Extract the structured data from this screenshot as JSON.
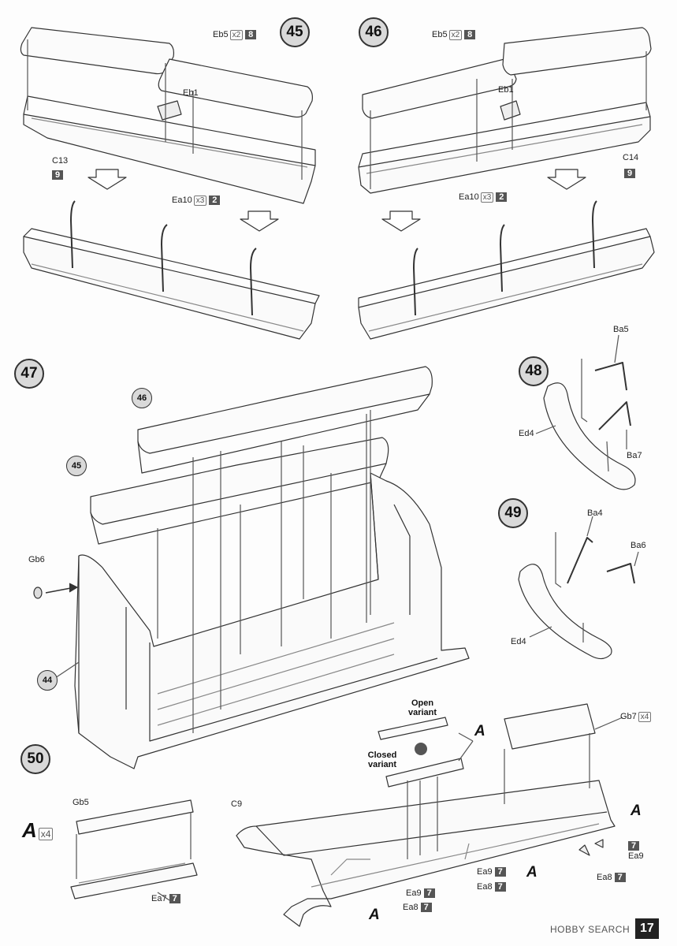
{
  "steps": {
    "s45": {
      "number": "45",
      "labels": {
        "eb5": "Eb5",
        "eb5_qty": "x2",
        "eb5_sprue": "8",
        "eb1": "Eb1",
        "c13": "C13",
        "c13_sprue": "9",
        "ea10": "Ea10",
        "ea10_qty": "x3",
        "ea10_sprue": "2"
      }
    },
    "s46": {
      "number": "46",
      "labels": {
        "eb5": "Eb5",
        "eb5_qty": "x2",
        "eb5_sprue": "8",
        "eb1": "Eb1",
        "c14": "C14",
        "c14_sprue": "9",
        "ea10": "Ea10",
        "ea10_qty": "x3",
        "ea10_sprue": "2"
      }
    },
    "s47": {
      "number": "47",
      "labels": {
        "ref46": "46",
        "ref45": "45",
        "ref44": "44",
        "gb6": "Gb6"
      }
    },
    "s48": {
      "number": "48",
      "labels": {
        "ba5": "Ba5",
        "ba7": "Ba7",
        "ed4": "Ed4"
      }
    },
    "s49": {
      "number": "49",
      "labels": {
        "ba4": "Ba4",
        "ba6": "Ba6",
        "ed4": "Ed4"
      }
    },
    "s50": {
      "number": "50",
      "labels": {
        "a": "A",
        "a_qty": "x4",
        "gb5": "Gb5",
        "ea7": "Ea7",
        "ea7_sprue": "7",
        "open_variant": "Open variant",
        "closed_variant": "Closed variant",
        "a_marker": "A",
        "gb7": "Gb7",
        "gb7_qty": "x4",
        "c9": "C9",
        "ea9_1": "Ea9",
        "ea9_1_sprue": "7",
        "ea8_1": "Ea8",
        "ea8_1_sprue": "7",
        "ea9_2": "Ea9",
        "ea9_2_sprue": "7",
        "ea8_2": "Ea8",
        "ea8_2_sprue": "7",
        "ea9_3": "Ea9",
        "ea9_3_sprue": "7",
        "ea8_3": "Ea8",
        "ea8_3_sprue": "7"
      }
    }
  },
  "footer": {
    "logo_text": "HOBBY SEARCH",
    "page_number": "17"
  }
}
